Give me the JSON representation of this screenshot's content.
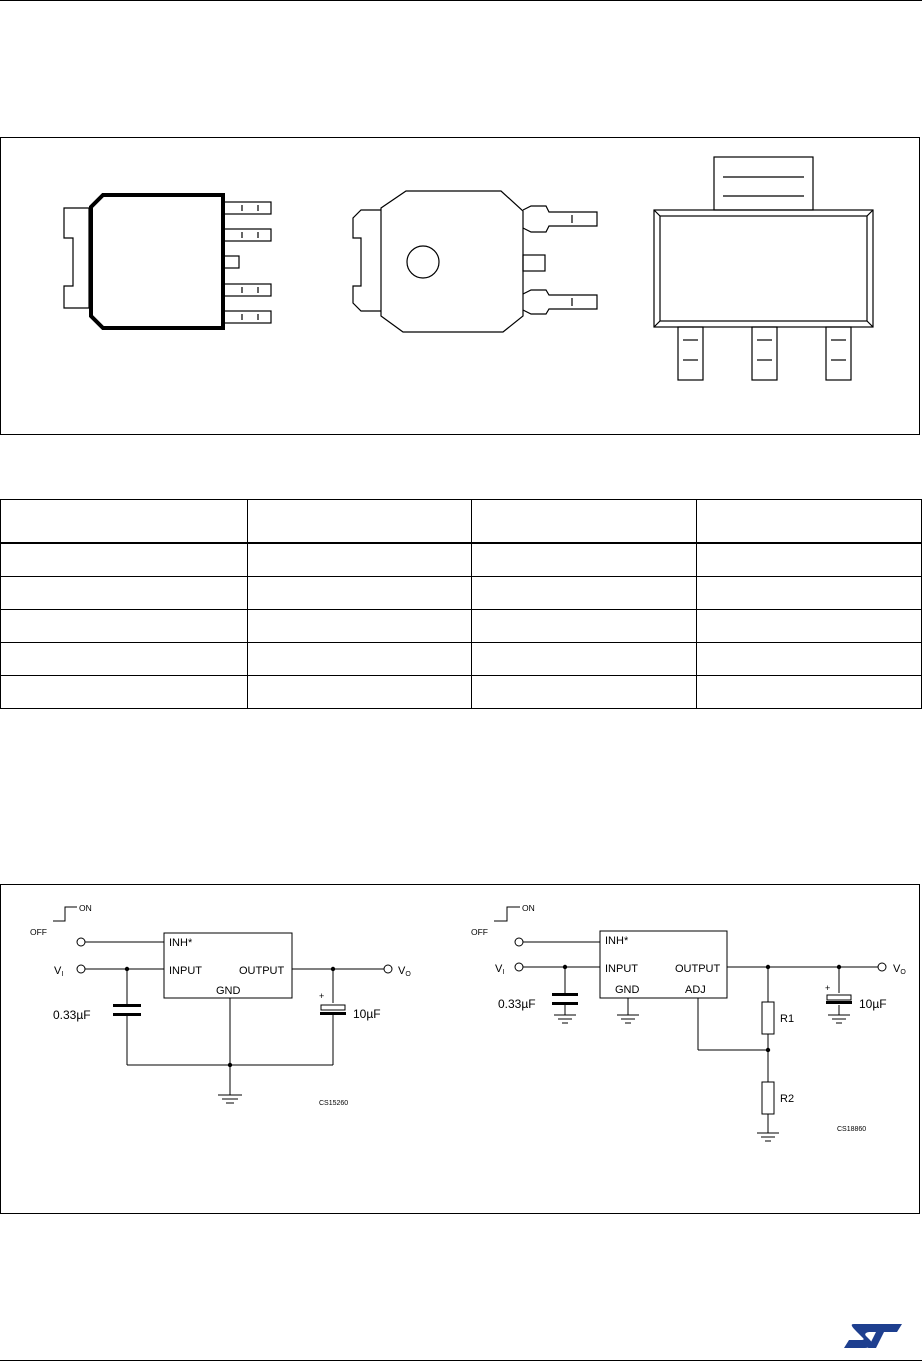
{
  "schematic": {
    "left": {
      "off": "OFF",
      "on": "ON",
      "inh": "INH*",
      "input": "INPUT",
      "output": "OUTPUT",
      "gnd": "GND",
      "vi": "V",
      "vi_sub": "I",
      "vo": "V",
      "vo_sub": "O",
      "cap_in": "0.33µF",
      "cap_out": "10µF",
      "plus": "+",
      "code": "CS15260"
    },
    "right": {
      "off": "OFF",
      "on": "ON",
      "inh": "INH*",
      "input": "INPUT",
      "output": "OUTPUT",
      "gnd": "GND",
      "adj": "ADJ",
      "vi": "V",
      "vi_sub": "I",
      "vo": "V",
      "vo_sub": "O",
      "cap_in": "0.33µF",
      "cap_out": "10µF",
      "plus": "+",
      "r1": "R1",
      "r2": "R2",
      "code": "CS18860"
    }
  },
  "colors": {
    "line": "#000000",
    "logo": "#1e3f8f"
  }
}
